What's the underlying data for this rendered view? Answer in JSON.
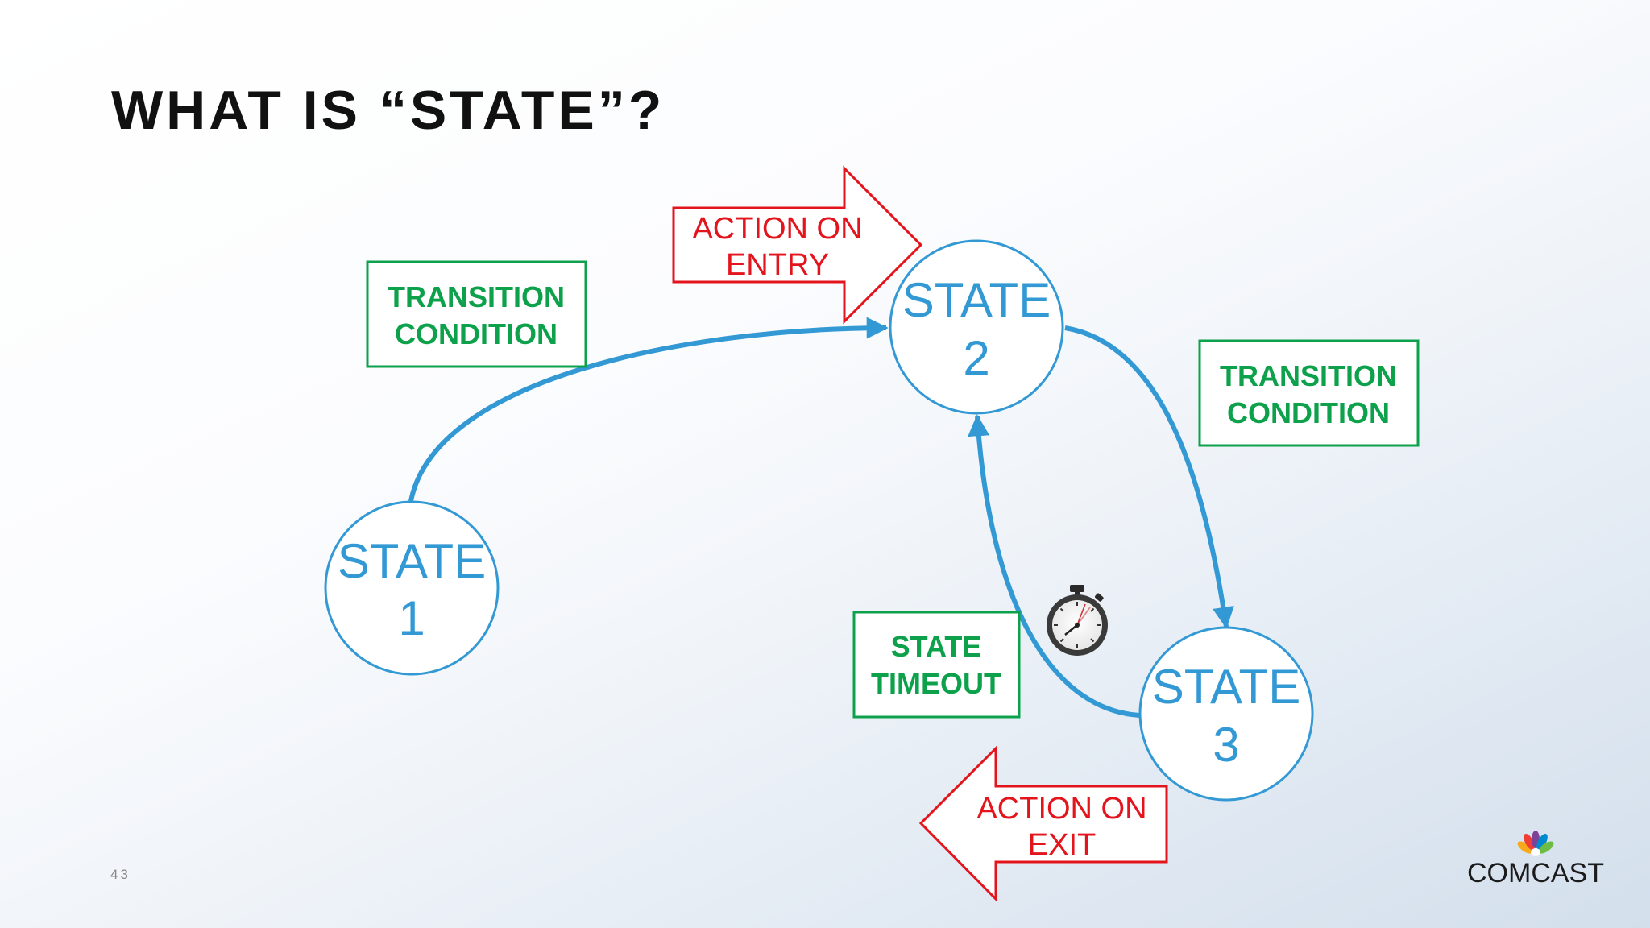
{
  "slide": {
    "title": "WHAT IS “STATE”?",
    "page_number": "43"
  },
  "states": [
    {
      "id": "state-1",
      "line1": "STATE",
      "line2": "1"
    },
    {
      "id": "state-2",
      "line1": "STATE",
      "line2": "2"
    },
    {
      "id": "state-3",
      "line1": "STATE",
      "line2": "3"
    }
  ],
  "labels": {
    "transition_1_2": {
      "line1": "TRANSITION",
      "line2": "CONDITION"
    },
    "transition_2_3": {
      "line1": "TRANSITION",
      "line2": "CONDITION"
    },
    "timeout": {
      "line1": "STATE",
      "line2": "TIMEOUT"
    },
    "action_entry": {
      "line1": "ACTION ON",
      "line2": "ENTRY"
    },
    "action_exit": {
      "line1": "ACTION ON",
      "line2": "EXIT"
    }
  },
  "icons": {
    "timer": "stopwatch-icon",
    "logo": "comcast-peacock-logo"
  },
  "logo": {
    "text": "COMCAST"
  },
  "colors": {
    "state_blue": "#3399d4",
    "condition_green": "#0da14b",
    "action_red": "#e3141c",
    "title_black": "#111111"
  }
}
